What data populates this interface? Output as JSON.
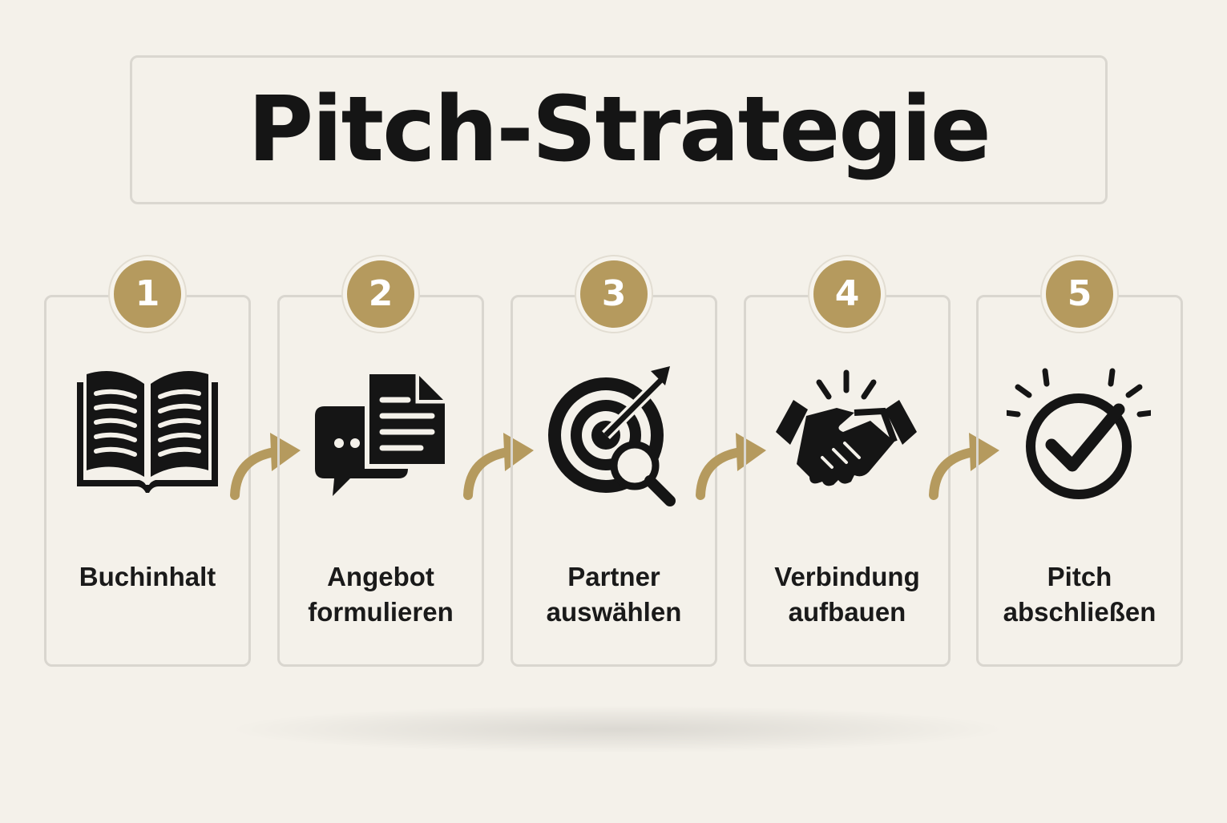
{
  "title": "Pitch-Strategie",
  "colors": {
    "accent": "#b59a5e",
    "text": "#151515",
    "background": "#f4f1ea",
    "border": "#d9d6cf"
  },
  "steps": [
    {
      "number": "1",
      "icon": "open-book-icon",
      "label_lines": [
        "Buchinhalt"
      ]
    },
    {
      "number": "2",
      "icon": "speech-bubble-document-icon",
      "label_lines": [
        "Angebot",
        "formulieren"
      ]
    },
    {
      "number": "3",
      "icon": "target-magnifier-icon",
      "label_lines": [
        "Partner",
        "auswählen"
      ]
    },
    {
      "number": "4",
      "icon": "handshake-icon",
      "label_lines": [
        "Verbindung",
        "aufbauen"
      ]
    },
    {
      "number": "5",
      "icon": "checkmark-circle-icon",
      "label_lines": [
        "Pitch",
        "abschließen"
      ]
    }
  ]
}
